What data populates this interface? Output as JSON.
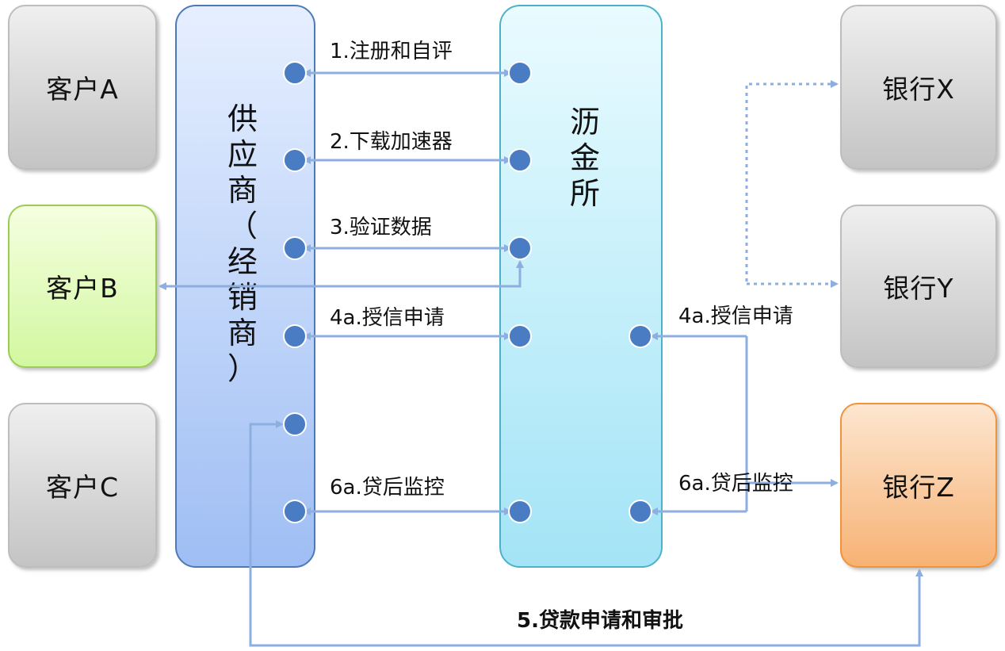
{
  "customers": [
    {
      "id": "a",
      "label": "客户A"
    },
    {
      "id": "b",
      "label": "客户B"
    },
    {
      "id": "c",
      "label": "客户C"
    }
  ],
  "banks": [
    {
      "id": "x",
      "label": "银行X"
    },
    {
      "id": "y",
      "label": "银行Y"
    },
    {
      "id": "z",
      "label": "银行Z"
    }
  ],
  "supplier": {
    "chars": [
      "供",
      "应",
      "商",
      "（",
      "经",
      "销",
      "商",
      "）"
    ]
  },
  "exchange": {
    "chars": [
      "沥",
      "金",
      "所"
    ]
  },
  "flows": {
    "register": "1.注册和自评",
    "download": "2.下载加速器",
    "verify": "3.验证数据",
    "credit_left": "4a.授信申请",
    "credit_right": "4a.授信申请",
    "monitor_left": "6a.贷后监控",
    "monitor_right": "6a.贷后监控",
    "loan": "5.贷款申请和审批"
  },
  "colors": {
    "arrow": "#8eaee0",
    "dot": "#4a7cc4",
    "dot_border": "#ffffff"
  }
}
